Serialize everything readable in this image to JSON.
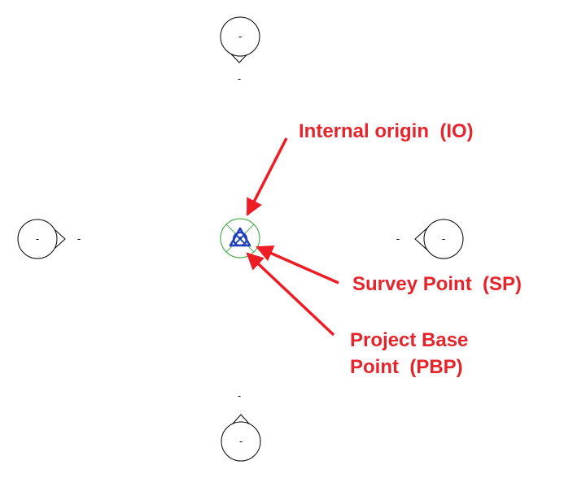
{
  "elevation_markers": {
    "north": {
      "label": "-",
      "tag": "-"
    },
    "south": {
      "label": "-",
      "tag": "-"
    },
    "west": {
      "label": "-",
      "tag": "-"
    },
    "east": {
      "label": "-",
      "tag": "-"
    }
  },
  "callouts": {
    "internal_origin": "Internal origin  (IO)",
    "survey_point": "Survey Point  (SP)",
    "project_base_point_line1": "Project Base",
    "project_base_point_line2": "Point  (PBP)"
  },
  "colors": {
    "callout_text": "#e5242b",
    "arrow": "#ee1c25",
    "project_base_point": "#4caf50",
    "survey_point": "#1f3fbf",
    "marker_stroke": "#000000"
  },
  "icons": {
    "project_base_point": "circle-with-cross-icon",
    "survey_point": "triangle-in-circle-icon",
    "internal_origin": "origin-icon",
    "elevation_marker": "elevation-marker-icon"
  }
}
